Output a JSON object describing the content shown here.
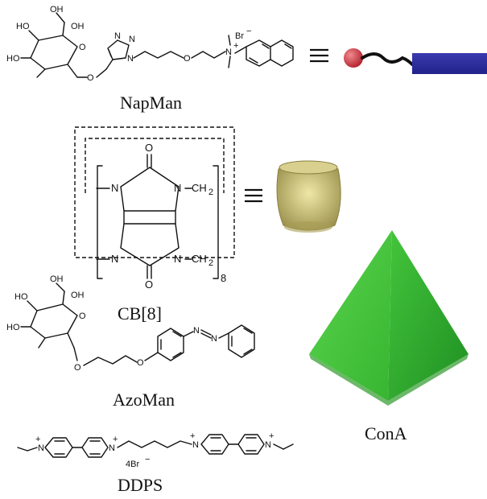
{
  "labels": {
    "napman": "NapMan",
    "cb8": "CB[8]",
    "azoman": "AzoMan",
    "cona": "ConA",
    "ddps": "DDPS"
  },
  "atoms": {
    "oh": "OH",
    "ho": "HO",
    "o": "O",
    "n": "N",
    "n_plus": "N",
    "plus": "+",
    "br": "Br",
    "minus": "−",
    "ch2": "CH",
    "two": "2",
    "eight": "8",
    "four_br": "4Br"
  },
  "colors": {
    "napman_head": "#c8313c",
    "napman_tail": "#2a2a9c",
    "cb8_fill": "#c9c07a",
    "cona_fill": "#3cbf3a"
  }
}
